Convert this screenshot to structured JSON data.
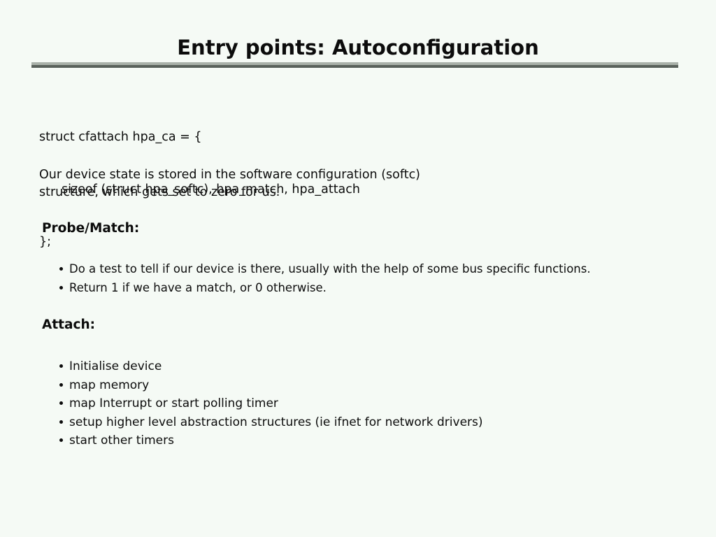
{
  "slide": {
    "title": "Entry points: Autoconfiguration",
    "code_lines": [
      "struct cfattach hpa_ca = {",
      "sizeof (struct hpa_softc), hpa_match, hpa_attach",
      "};"
    ],
    "intro_lines": [
      "Our device state is stored in the software configuration (softc)",
      "structure, which gets set to zero for us."
    ],
    "sections": [
      {
        "heading": "Probe/Match:",
        "bullets": [
          "Do a test to tell if our device is there, usually with the help of some bus specific functions.",
          "Return 1 if we have a match, or 0 otherwise."
        ]
      },
      {
        "heading": "Attach:",
        "bullets": [
          "Initialise device",
          "map memory",
          "map Interrupt or start polling timer",
          "setup higher level abstraction structures (ie ifnet for network drivers)",
          "start other timers"
        ]
      }
    ],
    "colors": {
      "background": "#f5faf5",
      "text": "#0c0c0c",
      "rule_top": "#a9b1a9",
      "rule_bottom": "#59615b"
    }
  }
}
